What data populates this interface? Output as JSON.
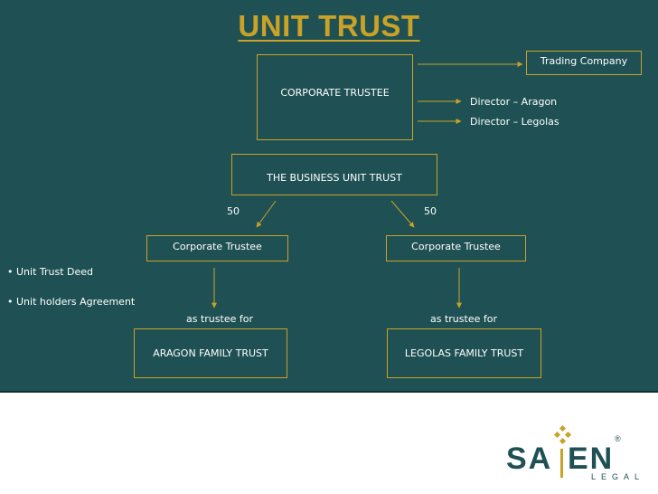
{
  "title": "UNIT TRUST",
  "boxes": {
    "corporate_trustee": "CORPORATE TRUSTEE",
    "trading_company": "Trading Company",
    "business_unit_trust": "THE BUSINESS UNIT TRUST",
    "corporate_trustee_left": "Corporate Trustee",
    "corporate_trustee_right": "Corporate Trustee",
    "aragon_family_trust": "ARAGON FAMILY TRUST",
    "legolas_family_trust": "LEGOLAS FAMILY TRUST"
  },
  "labels": {
    "director_aragon": "Director – Aragon",
    "director_legolas": "Director – Legolas",
    "share_left": "50",
    "share_right": "50",
    "as_trustee_for_left": "as trustee for",
    "as_trustee_for_right": "as trustee for"
  },
  "bullets": [
    "Unit Trust Deed",
    "Unit holders Agreement"
  ],
  "logo": {
    "wordmark": "SAJEN",
    "subtitle": "LEGAL",
    "registered": "®"
  },
  "colors": {
    "background": "#1f5154",
    "accent": "#c9a227",
    "text": "#ffffff",
    "logo": "#1f5154"
  }
}
